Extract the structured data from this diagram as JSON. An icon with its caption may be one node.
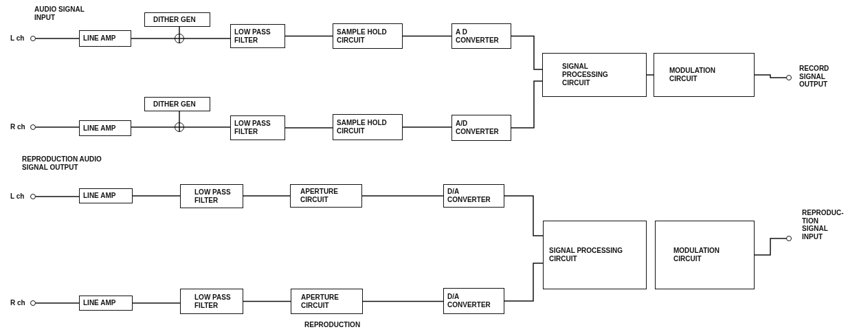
{
  "diagram": {
    "nodes": [
      {
        "text": [],
        "shape": "circle",
        "beside": [
          "L ch"
        ]
      },
      {
        "text": [
          "LINE AMP"
        ]
      },
      {
        "text": [
          "DITHER GEN"
        ]
      },
      {
        "text": [],
        "shape": "circle"
      },
      {
        "text": [
          "LOW PASS FILTER"
        ]
      },
      {
        "text": [
          "SAMPLE HOLD CIRCUIT"
        ]
      },
      {
        "text": [
          "A D CONVERTER"
        ]
      },
      {
        "text": [],
        "shape": "circle",
        "beside": [
          "R ch"
        ]
      },
      {
        "text": [
          "LINE AMP"
        ]
      },
      {
        "text": [
          "DITHER GEN"
        ]
      },
      {
        "text": [],
        "shape": "circle"
      },
      {
        "text": [
          "LOW PASS FILTER"
        ]
      },
      {
        "text": [
          "SAMPLE HOLD CIRCUIT"
        ]
      },
      {
        "text": [
          "A/D CONVERTER"
        ]
      },
      {
        "text": [
          "SIGNAL PROCESSING CIRCUIT"
        ]
      },
      {
        "text": [
          "MODULATION CIRCUIT"
        ]
      },
      {
        "text": [],
        "shape": "circle",
        "beside": [
          "RECORD SIGNAL OUTPUT"
        ]
      },
      {
        "text": [],
        "shape": "circle",
        "beside": [
          "L ch"
        ]
      },
      {
        "text": [
          "LINE AMP"
        ]
      },
      {
        "text": [
          "LOW PASS FILTER"
        ]
      },
      {
        "text": [
          "APERTURE CIRCUIT"
        ]
      },
      {
        "text": [
          "D/A CONVERTER"
        ]
      },
      {
        "text": [],
        "shape": "circle",
        "beside": [
          "R ch"
        ]
      },
      {
        "text": [
          "LINE AMP"
        ]
      },
      {
        "text": [
          "LOW PASS FILTER"
        ]
      },
      {
        "text": [
          "APERTURE CIRCUIT"
        ]
      },
      {
        "text": [
          "D/A CONVERTER"
        ]
      },
      {
        "text": [
          "SIGNAL PROCESSING CIRCUIT"
        ]
      },
      {
        "text": [
          "MODULATION CIRCUIT"
        ]
      },
      {
        "text": [],
        "shape": "circle",
        "beside": [
          "REPRODUC- TION SIGNAL INPUT"
        ]
      }
    ],
    "edges": [
      {
        "from": 0,
        "to": 1,
        "arrow": "none"
      },
      {
        "from": 1,
        "to": 3,
        "arrow": "none"
      },
      {
        "from": 2,
        "to": 3,
        "arrow": "none"
      },
      {
        "from": 3,
        "to": 4,
        "arrow": "none"
      },
      {
        "from": 4,
        "to": 5,
        "arrow": "none"
      },
      {
        "from": 5,
        "to": 6,
        "arrow": "none"
      },
      {
        "from": 6,
        "to": 14,
        "arrow": "none"
      },
      {
        "from": 7,
        "to": 8,
        "arrow": "none"
      },
      {
        "from": 8,
        "to": 10,
        "arrow": "none"
      },
      {
        "from": 9,
        "to": 10,
        "arrow": "none"
      },
      {
        "from": 10,
        "to": 11,
        "arrow": "none"
      },
      {
        "from": 11,
        "to": 12,
        "arrow": "none"
      },
      {
        "from": 12,
        "to": 13,
        "arrow": "none"
      },
      {
        "from": 13,
        "to": 14,
        "arrow": "none"
      },
      {
        "from": 14,
        "to": 15,
        "arrow": "none"
      },
      {
        "from": 15,
        "to": 16,
        "arrow": "none"
      },
      {
        "from": 17,
        "to": 18,
        "arrow": "none"
      },
      {
        "from": 18,
        "to": 19,
        "arrow": "none"
      },
      {
        "from": 19,
        "to": 20,
        "arrow": "none"
      },
      {
        "from": 20,
        "to": 21,
        "arrow": "none"
      },
      {
        "from": 21,
        "to": 27,
        "arrow": "none"
      },
      {
        "from": 22,
        "to": 23,
        "arrow": "none"
      },
      {
        "from": 23,
        "to": 24,
        "arrow": "none"
      },
      {
        "from": 24,
        "to": 25,
        "arrow": "none"
      },
      {
        "from": 25,
        "to": 26,
        "arrow": "none"
      },
      {
        "from": 26,
        "to": 27,
        "arrow": "none"
      },
      {
        "from": 28,
        "to": 29,
        "arrow": "none"
      }
    ],
    "labels": [
      "AUDIO SIGNAL INPUT",
      "REPRODUCTION AUDIO SIGNAL OUTPUT",
      "REPRODUCTION"
    ]
  }
}
